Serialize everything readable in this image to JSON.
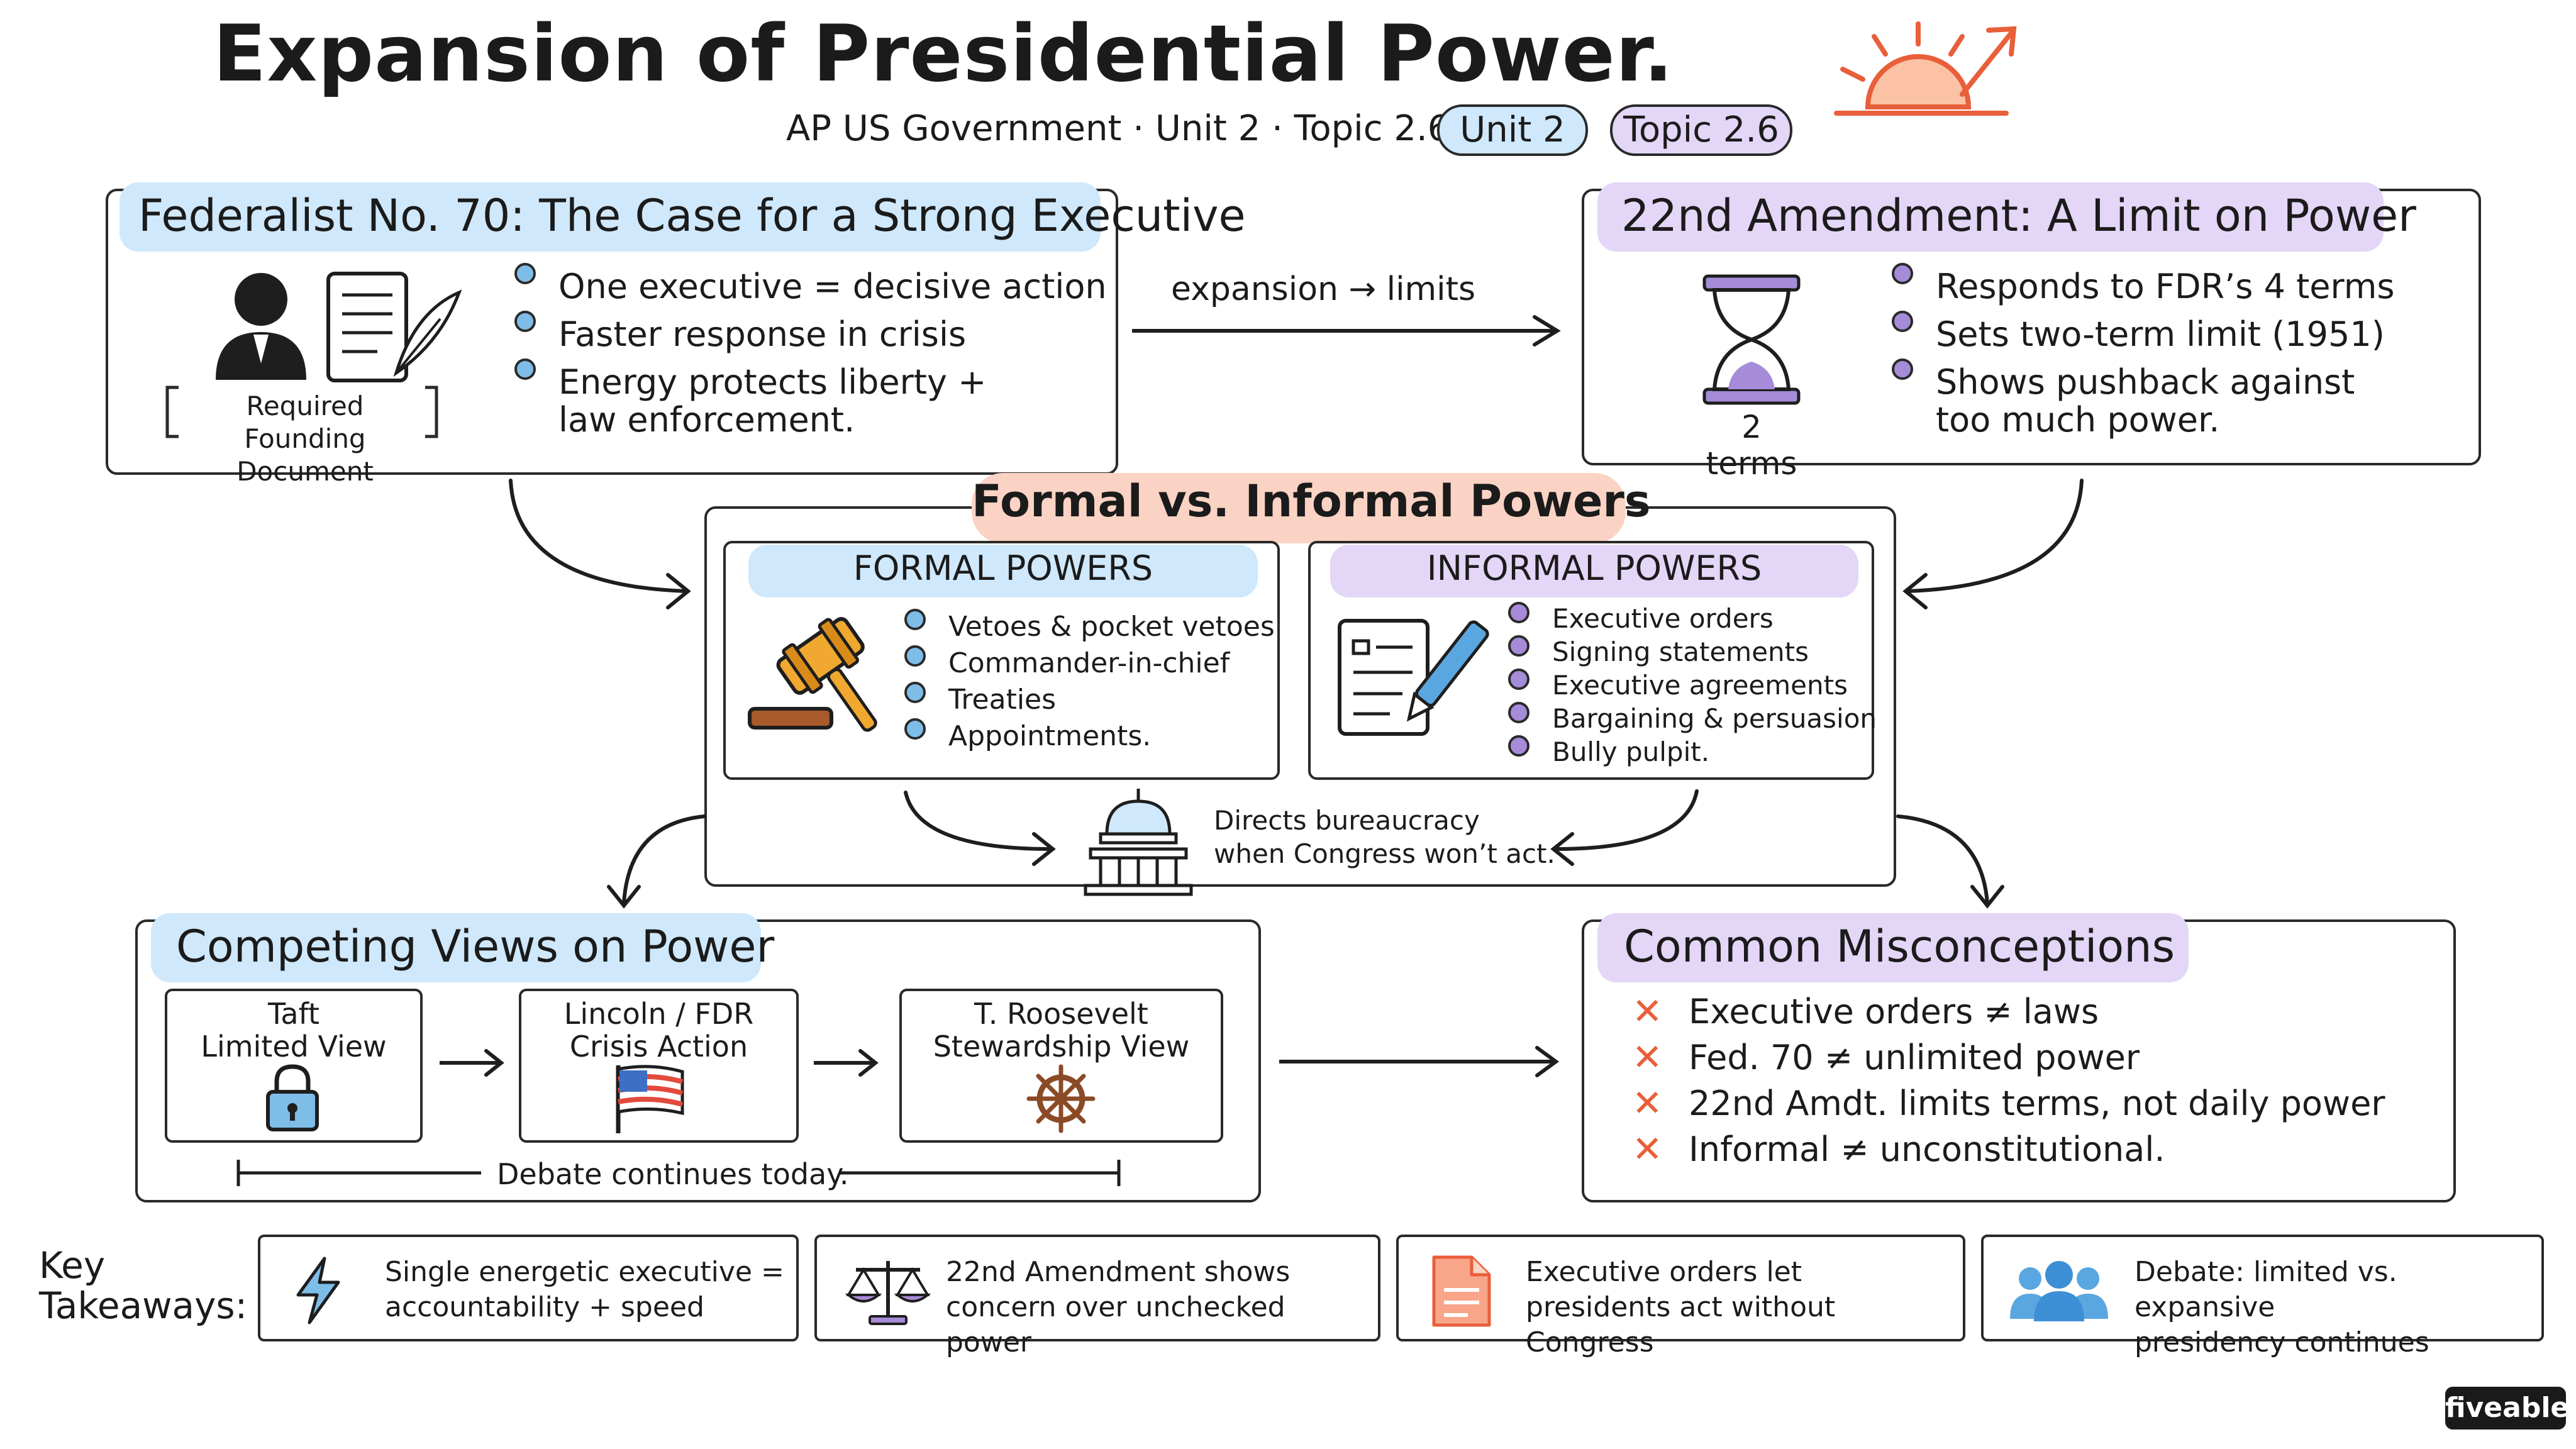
{
  "header": {
    "title": "Expansion of Presidential Power.",
    "subtitle": "AP US Government · Unit 2 · Topic 2.6",
    "pill_unit": "Unit 2",
    "pill_topic": "Topic 2.6",
    "icon": "rising-sun-icon"
  },
  "federalist": {
    "title": "Federalist No. 70: The Case for a Strong Executive",
    "caption_line1": "Required Founding",
    "caption_line2": "Document",
    "bullets": [
      "One executive = decisive action",
      "Faster response in crisis",
      "Energy protects liberty +",
      "law enforcement."
    ]
  },
  "connector": {
    "label": "expansion → limits"
  },
  "amendment": {
    "title": "22nd Amendment: A Limit on Power",
    "icon_label": "2 terms",
    "bullets": [
      "Responds to FDR’s 4 terms",
      "Sets two-term limit (1951)",
      "Shows pushback against",
      "too much power."
    ]
  },
  "powers": {
    "title": "Formal vs. Informal Powers",
    "formal": {
      "title": "FORMAL POWERS",
      "items": [
        "Vetoes & pocket vetoes",
        "Commander-in-chief",
        "Treaties",
        "Appointments."
      ]
    },
    "informal": {
      "title": "INFORMAL POWERS",
      "items": [
        "Executive orders",
        "Signing statements",
        "Executive agreements",
        "Bargaining & persuasion",
        "Bully pulpit."
      ]
    },
    "bureaucracy_line1": "Directs bureaucracy",
    "bureaucracy_line2": "when Congress won’t act."
  },
  "views": {
    "title": "Competing Views on Power",
    "taft": [
      "Taft",
      "Limited View"
    ],
    "lincoln": [
      "Lincoln / FDR",
      "Crisis Action"
    ],
    "roosevelt": [
      "T. Roosevelt",
      "Stewardship View"
    ],
    "debate": "Debate continues today."
  },
  "misconceptions": {
    "title": "Common Misconceptions",
    "items": [
      "Executive orders ≠ laws",
      "Fed. 70 ≠ unlimited power",
      "22nd Amdt. limits terms, not daily power",
      "Informal ≠ unconstitutional."
    ]
  },
  "takeaways": {
    "label_line1": "Key",
    "label_line2": "Takeaways:",
    "items": [
      [
        "Single energetic executive =",
        "accountability + speed"
      ],
      [
        "22nd Amendment shows",
        "concern over unchecked power"
      ],
      [
        "Executive orders let",
        "presidents act without Congress"
      ],
      [
        "Debate: limited vs. expansive",
        "presidency continues"
      ]
    ]
  },
  "brand": "fiveable",
  "colors": {
    "blue": "#cfe8fb",
    "purple": "#e3d6f7",
    "salmon": "#fbd3c4",
    "accent": "#e85f3a"
  }
}
